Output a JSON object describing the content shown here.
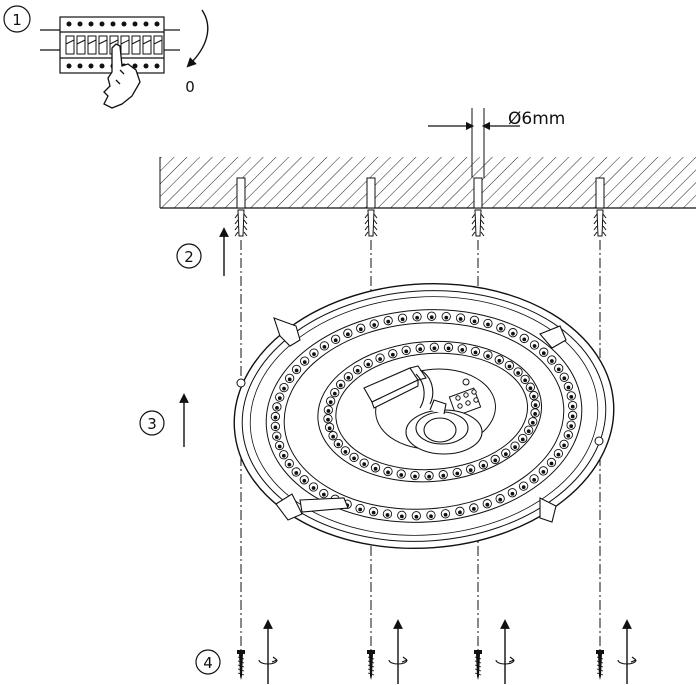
{
  "diagram": {
    "steps": [
      "1",
      "2",
      "3",
      "4"
    ],
    "off_label": "0",
    "drill_label": "Ø6mm"
  },
  "colors": {
    "ink": "#111111",
    "background": "#ffffff"
  },
  "icons": [
    "circuit-breaker-icon",
    "hand-icon",
    "rotate-arrow-icon",
    "arrow-up-icon",
    "screw-icon",
    "wall-plug-icon"
  ]
}
